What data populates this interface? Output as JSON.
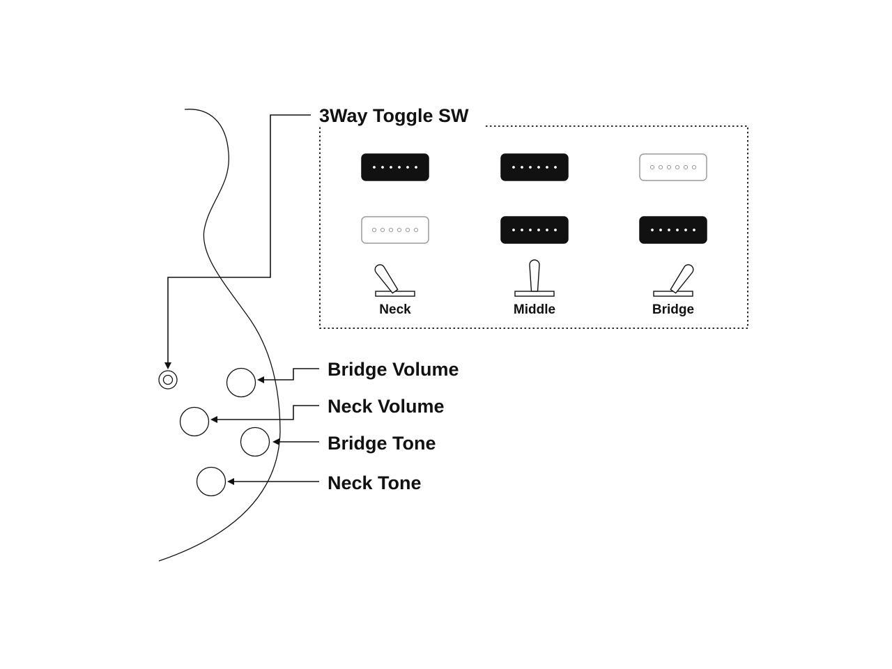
{
  "title": "3Way Toggle SW",
  "controls": {
    "bridge_volume": "Bridge Volume",
    "neck_volume": "Neck Volume",
    "bridge_tone": "Bridge Tone",
    "neck_tone": "Neck Tone"
  },
  "positions": [
    {
      "label": "Neck",
      "neck_pickup": "active",
      "bridge_pickup": "inactive",
      "lever": "left"
    },
    {
      "label": "Middle",
      "neck_pickup": "active",
      "bridge_pickup": "active",
      "lever": "center"
    },
    {
      "label": "Bridge",
      "neck_pickup": "inactive",
      "bridge_pickup": "active",
      "lever": "right"
    }
  ],
  "colors": {
    "line": "#111111",
    "active_pickup": "#111111",
    "inactive_pickup": "#ffffff",
    "inactive_outline": "#9a9a9a"
  }
}
